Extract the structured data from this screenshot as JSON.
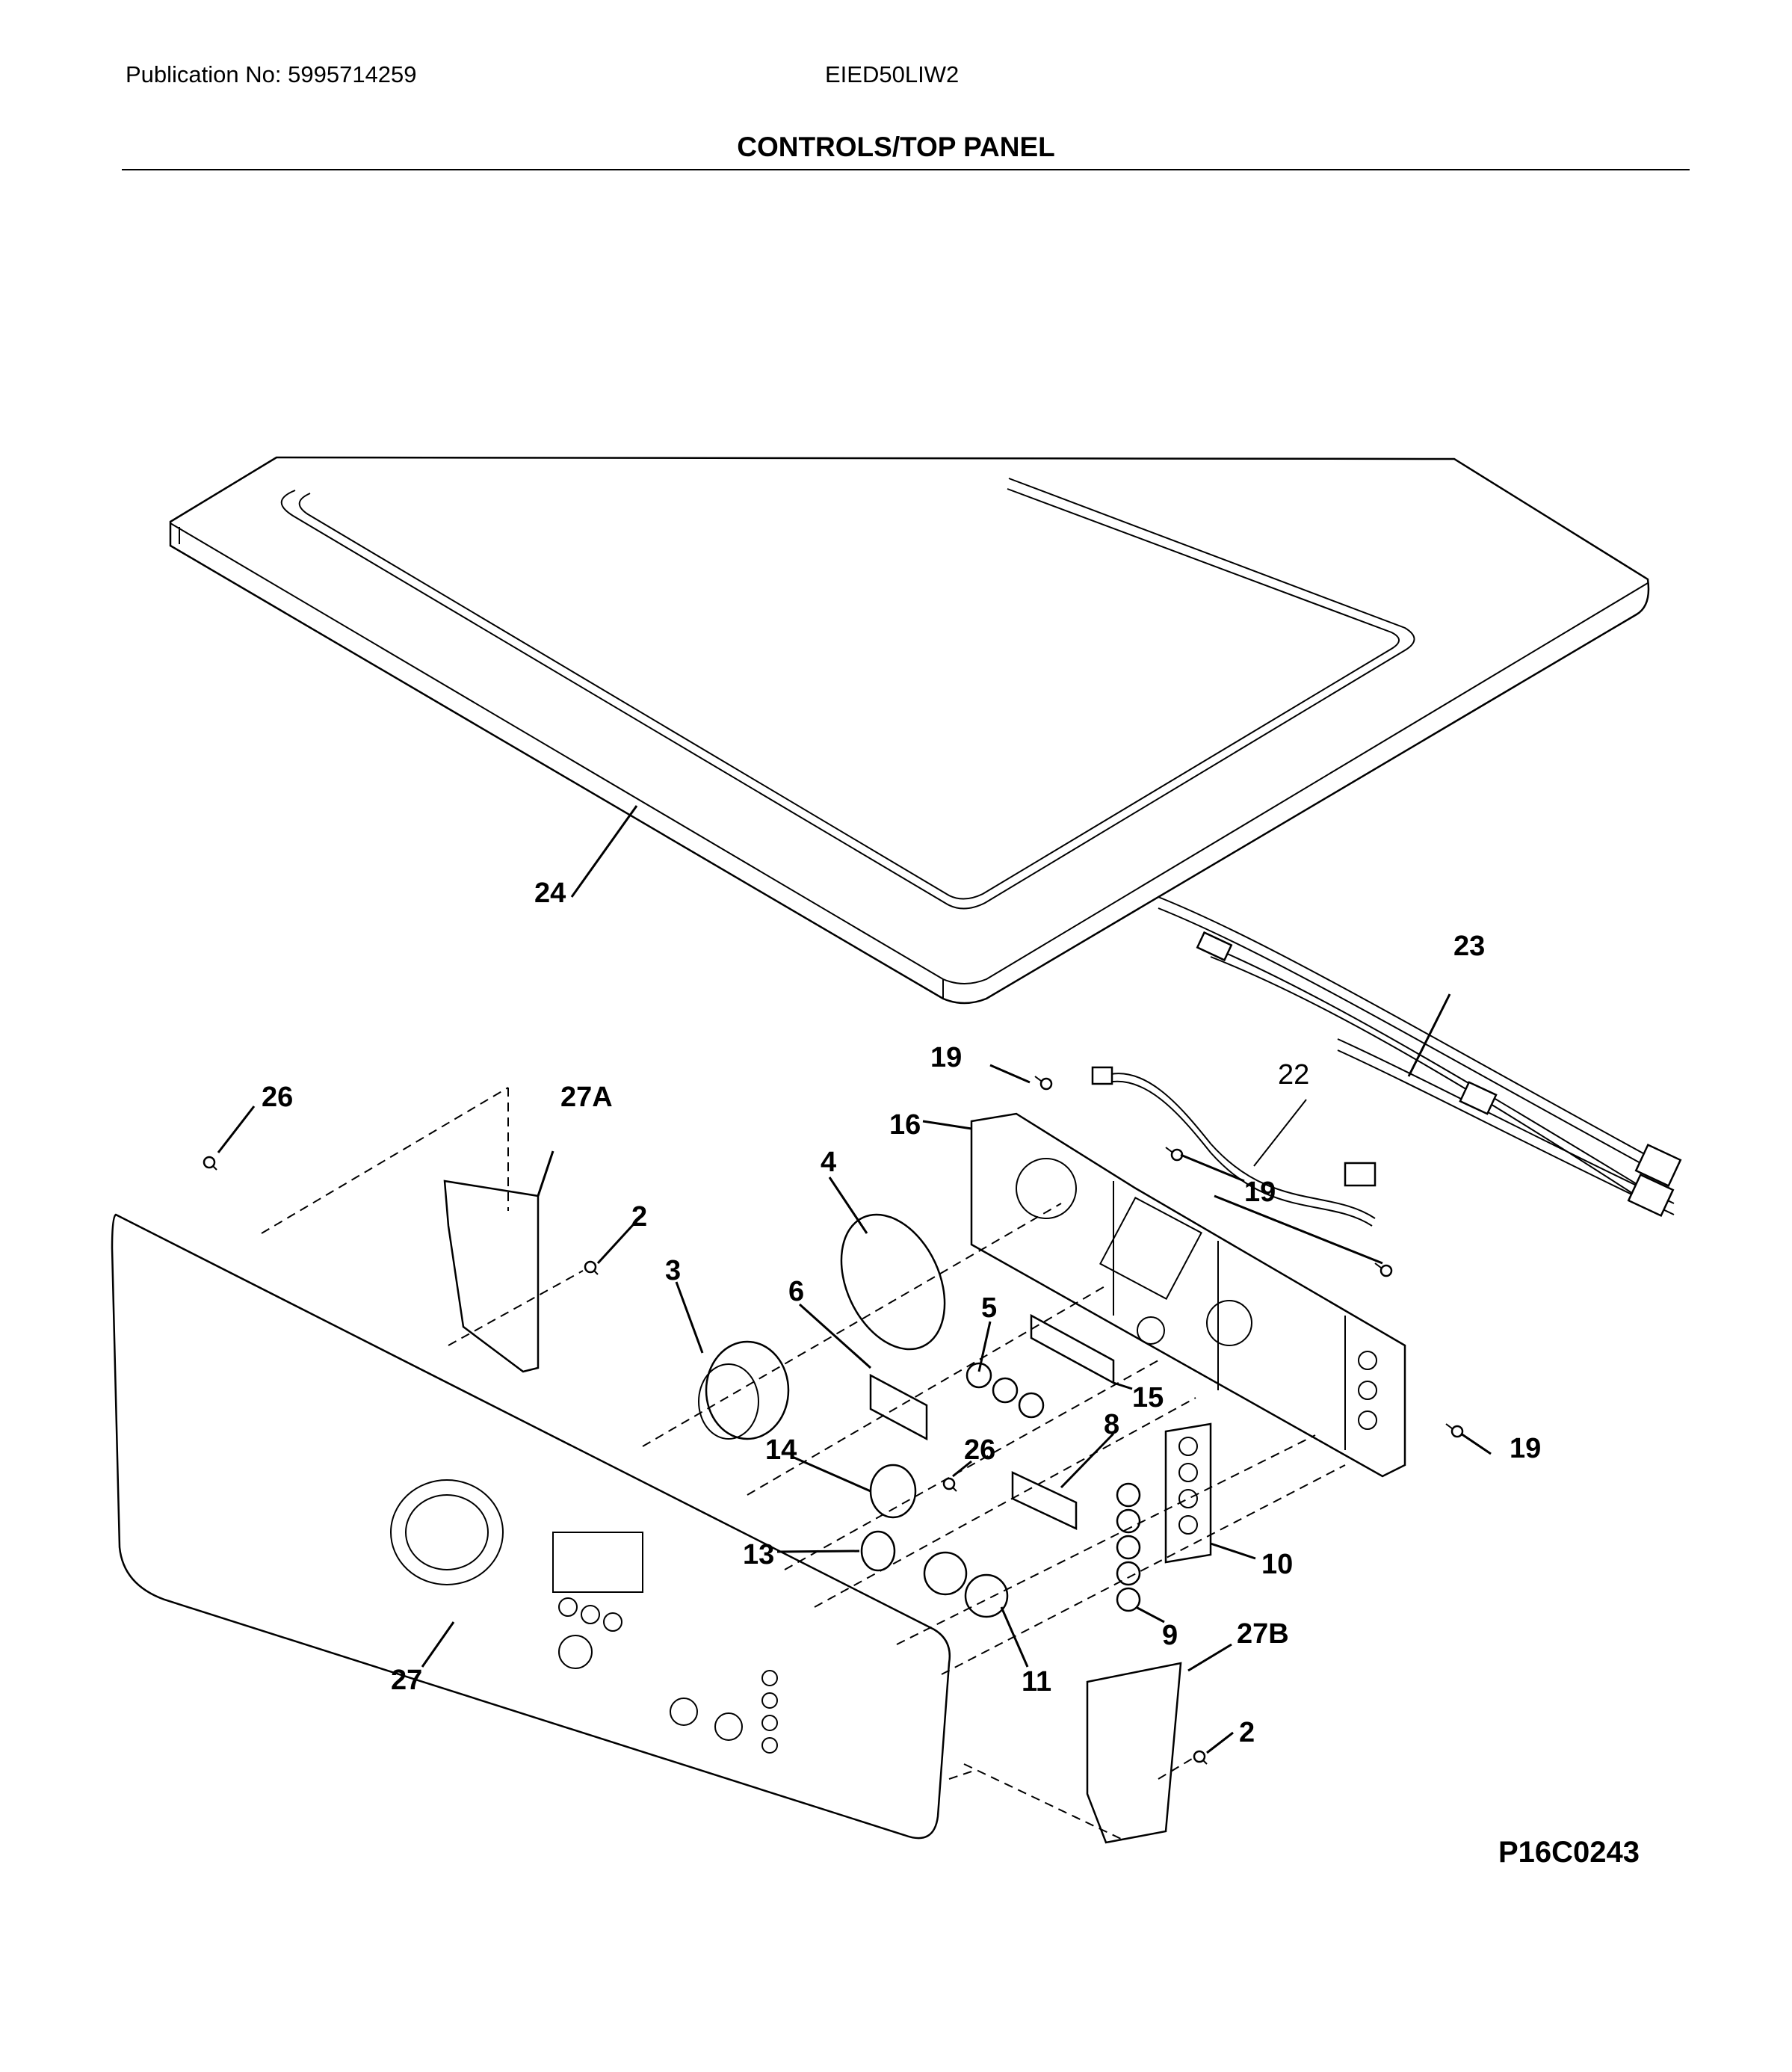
{
  "header": {
    "publication": "Publication No: 5995714259",
    "model": "EIED50LIW2",
    "title": "CONTROLS/TOP PANEL"
  },
  "diagram_id": "P16C0243",
  "callouts": {
    "c24": "24",
    "c23": "23",
    "c22": "22",
    "c19a": "19",
    "c19b": "19",
    "c19c": "19",
    "c16": "16",
    "c26a": "26",
    "c27a": "27A",
    "c2a": "2",
    "c4": "4",
    "c3": "3",
    "c5": "5",
    "c6": "6",
    "c15": "15",
    "c8": "8",
    "c14": "14",
    "c26b": "26",
    "c10": "10",
    "c13": "13",
    "c9": "9",
    "c11": "11",
    "c27": "27",
    "c27b": "27B",
    "c2b": "2"
  }
}
